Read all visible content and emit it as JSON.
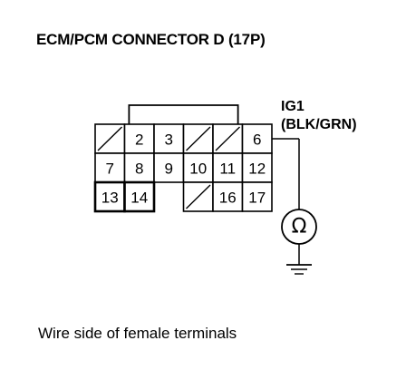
{
  "title": "ECM/PCM CONNECTOR D (17P)",
  "caption": "Wire side of female terminals",
  "wire": {
    "name": "IG1",
    "color": "(BLK/GRN)"
  },
  "meter_symbol": "Ω",
  "meter_icon": "ohmmeter-icon",
  "ground_icon": "ground-icon",
  "connector": {
    "rows": [
      [
        {
          "label": "",
          "empty": true
        },
        {
          "label": "2",
          "empty": false
        },
        {
          "label": "3",
          "empty": false
        },
        {
          "label": "",
          "empty": true
        },
        {
          "label": "",
          "empty": true
        },
        {
          "label": "6",
          "empty": false
        }
      ],
      [
        {
          "label": "7",
          "empty": false
        },
        {
          "label": "8",
          "empty": false
        },
        {
          "label": "9",
          "empty": false
        },
        {
          "label": "10",
          "empty": false
        },
        {
          "label": "11",
          "empty": false
        },
        {
          "label": "12",
          "empty": false
        }
      ],
      [
        {
          "label": "13",
          "empty": false
        },
        {
          "label": "14",
          "empty": false
        },
        {
          "label": null,
          "empty": false
        },
        {
          "label": "",
          "empty": true
        },
        {
          "label": "16",
          "empty": false
        },
        {
          "label": "17",
          "empty": false
        }
      ]
    ],
    "probed_terminal": "6"
  }
}
